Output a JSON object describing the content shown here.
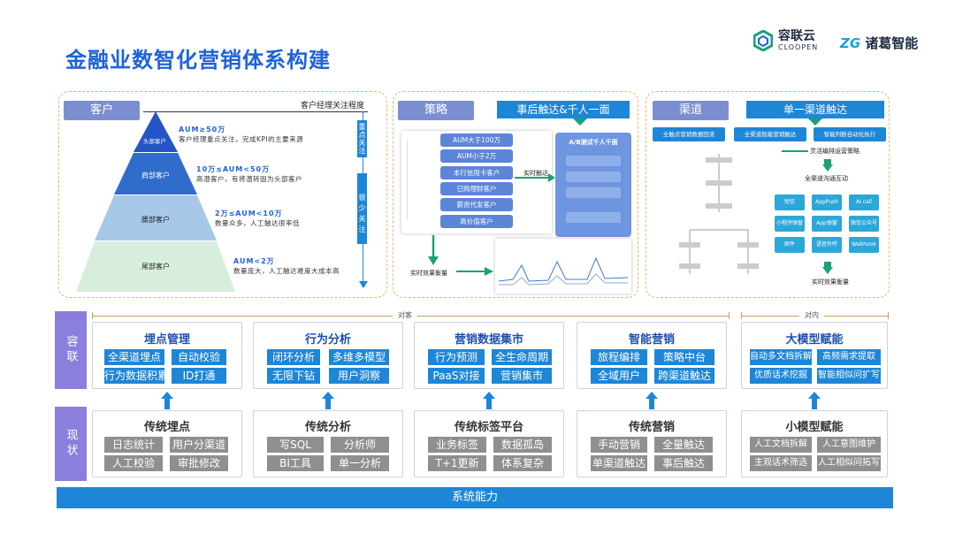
{
  "title": "金融业数智化营销体系构建",
  "logos": {
    "cloopen_cn": "容联云",
    "cloopen_en": "CLOOPEN",
    "zg": "ZG",
    "zg_cn": "诸葛智能"
  },
  "customer": {
    "tag": "客户",
    "attention_title": "客户经理关注程度",
    "levels": [
      {
        "name": "头部客户",
        "head": "AUM≥50万",
        "desc": "客户经理重点关注，完成KPI的主要来源"
      },
      {
        "name": "肩部客户",
        "head": "10万≤AUM<50万",
        "desc": "高潜客户，有将潜转固为头部客户"
      },
      {
        "name": "腰部客户",
        "head": "2万≤AUM<10万",
        "desc": "数量众多，人工触达很率低"
      },
      {
        "name": "尾部客户",
        "head": "AUM<2万",
        "desc": "数量庞大，人工触达难度大成本高"
      }
    ],
    "vlabel_top": "重点关注",
    "vlabel_bottom": "很少关注"
  },
  "strategy": {
    "tag": "策略",
    "banner": "事后触达&千人一面",
    "items": [
      "AUM大于100万",
      "AUM小于2万",
      "本行信用卡客户",
      "已购理财客户",
      "薪资代发客户",
      "高价值客户"
    ],
    "test_title": "A/B测试千人千面",
    "realtime_reach": "实时触达",
    "realtime_measure": "实时效果衡量"
  },
  "channel": {
    "tag": "渠道",
    "banner": "单一渠道触达",
    "chips": [
      "全触点营销数据回流",
      "全渠道智能营销触达",
      "智能判断自动化执行"
    ],
    "flex_text": "灵活编排运营策略",
    "omni_text": "全渠道沟通互动",
    "channels": [
      "短信",
      "AppPush",
      "AI call",
      "小程序弹窗",
      "App弹窗",
      "微信公众号",
      "邮件",
      "语音外呼",
      "Webhook"
    ],
    "measure": "实时效果衡量"
  },
  "row_labels": {
    "top": "容联",
    "bottom": "现状"
  },
  "scope": {
    "outer": "对客",
    "inner": "对内"
  },
  "top_cols": [
    {
      "title": "埋点管理",
      "chips": [
        "全渠道埋点",
        "自动校验",
        "行为数据积累",
        "ID打通"
      ]
    },
    {
      "title": "行为分析",
      "chips": [
        "闭环分析",
        "多维多模型",
        "无限下钻",
        "用户洞察"
      ]
    },
    {
      "title": "营销数据集市",
      "chips": [
        "行为预测",
        "全生命周期",
        "PaaS对接",
        "营销集市"
      ]
    },
    {
      "title": "智能营销",
      "chips": [
        "旅程编排",
        "策略中台",
        "全域用户",
        "跨渠道触达"
      ]
    },
    {
      "title": "大模型赋能",
      "chips": [
        "自动多文档拆解",
        "高频需求提取",
        "优质话术挖掘",
        "智能相似问扩写"
      ]
    }
  ],
  "bottom_cols": [
    {
      "title": "传统埋点",
      "chips": [
        "日志统计",
        "用户分渠道",
        "人工校验",
        "审批修改"
      ]
    },
    {
      "title": "传统分析",
      "chips": [
        "写SQL",
        "分析师",
        "BI工具",
        "单一分析"
      ]
    },
    {
      "title": "传统标签平台",
      "chips": [
        "业务标签",
        "数据孤岛",
        "T+1更新",
        "体系复杂"
      ]
    },
    {
      "title": "传统营销",
      "chips": [
        "手动营销",
        "全量触达",
        "单渠道触达",
        "事后触达"
      ]
    },
    {
      "title": "小模型赋能",
      "chips": [
        "人工文档拆解",
        "人工意图维护",
        "主观话术筛选",
        "人工相似问拓写"
      ]
    }
  ],
  "system_band": "系统能力",
  "colors": {
    "primary": "#1e86d6",
    "title": "#1f63d6",
    "sidebar": "#8a7fdc",
    "gray_chip": "#8f8f8f",
    "dashed_border": "#e3b870"
  }
}
